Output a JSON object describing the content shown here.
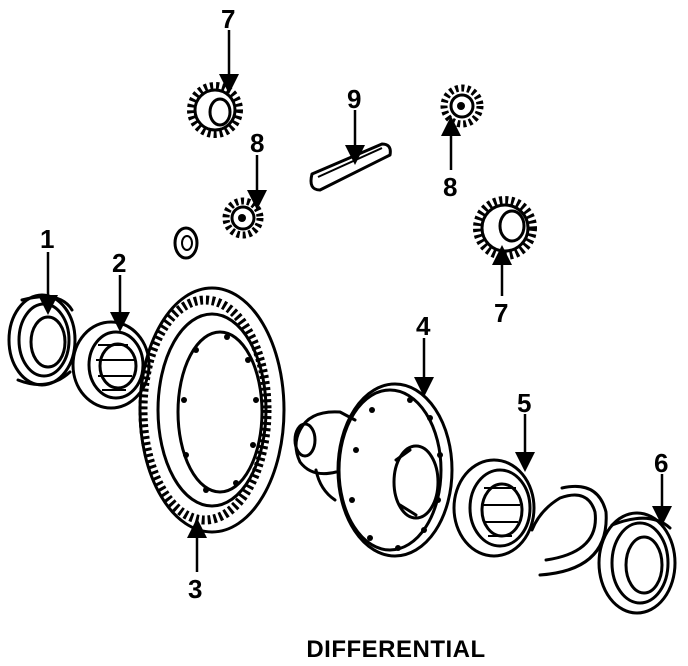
{
  "caption": "DIFFERENTIAL",
  "callouts": [
    {
      "id": "c1",
      "text": "1"
    },
    {
      "id": "c2",
      "text": "2"
    },
    {
      "id": "c3",
      "text": "3"
    },
    {
      "id": "c4",
      "text": "4"
    },
    {
      "id": "c5",
      "text": "5"
    },
    {
      "id": "c6",
      "text": "6"
    },
    {
      "id": "c7a",
      "text": "7"
    },
    {
      "id": "c7b",
      "text": "7"
    },
    {
      "id": "c8a",
      "text": "8"
    },
    {
      "id": "c8b",
      "text": "8"
    },
    {
      "id": "c9",
      "text": "9"
    }
  ]
}
